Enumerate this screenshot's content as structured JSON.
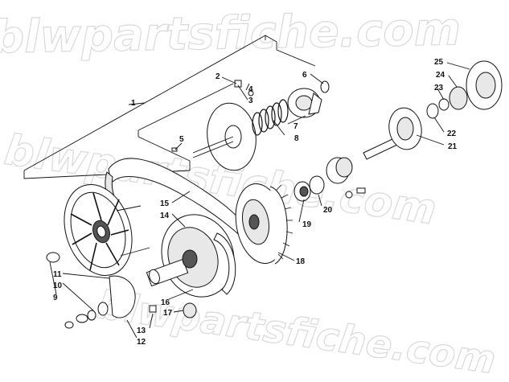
{
  "watermarks": [
    "blwpartsfiche.com",
    "blwpartsfiche.com",
    "blwpartsfiche.com"
  ],
  "parts": [
    {
      "id": "p1",
      "label": "1"
    },
    {
      "id": "p2",
      "label": "2"
    },
    {
      "id": "p3",
      "label": "3"
    },
    {
      "id": "p4",
      "label": "4"
    },
    {
      "id": "p5",
      "label": "5"
    },
    {
      "id": "p6",
      "label": "6"
    },
    {
      "id": "p7",
      "label": "7"
    },
    {
      "id": "p8",
      "label": "8"
    },
    {
      "id": "p9",
      "label": "9"
    },
    {
      "id": "p10",
      "label": "10"
    },
    {
      "id": "p11",
      "label": "11"
    },
    {
      "id": "p12",
      "label": "12"
    },
    {
      "id": "p13",
      "label": "13"
    },
    {
      "id": "p14",
      "label": "14"
    },
    {
      "id": "p15",
      "label": "15"
    },
    {
      "id": "p16",
      "label": "16"
    },
    {
      "id": "p17",
      "label": "17"
    },
    {
      "id": "p18",
      "label": "18"
    },
    {
      "id": "p19",
      "label": "19"
    },
    {
      "id": "p20",
      "label": "20"
    },
    {
      "id": "p21",
      "label": "21"
    },
    {
      "id": "p22",
      "label": "22"
    },
    {
      "id": "p23",
      "label": "23"
    },
    {
      "id": "p24",
      "label": "24"
    },
    {
      "id": "p25",
      "label": "25"
    }
  ]
}
